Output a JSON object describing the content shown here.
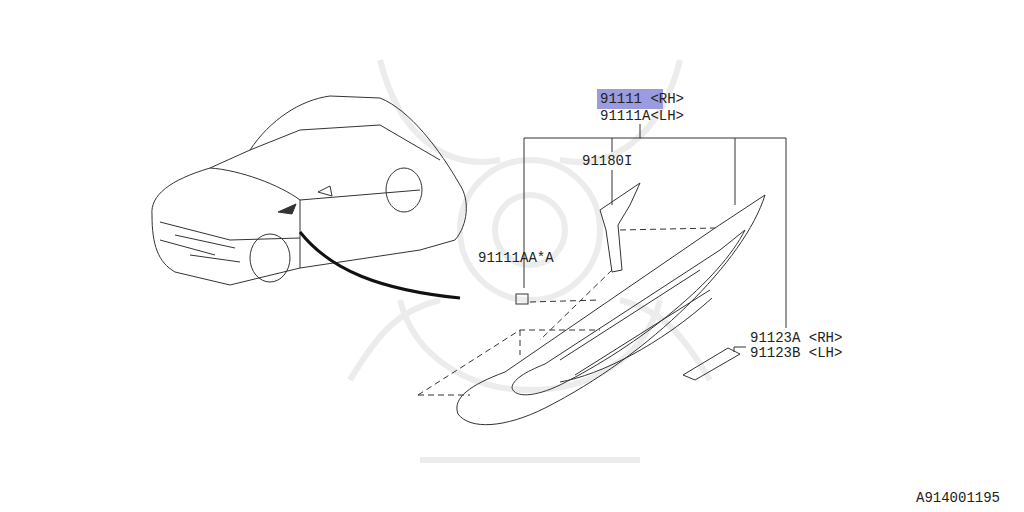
{
  "diagram": {
    "labels": [
      "91111 <RH>",
      "91111A<LH>",
      "91180I",
      "91111AA*A",
      "91123A <RH>",
      "91123B <LH>",
      "A914001195"
    ]
  }
}
